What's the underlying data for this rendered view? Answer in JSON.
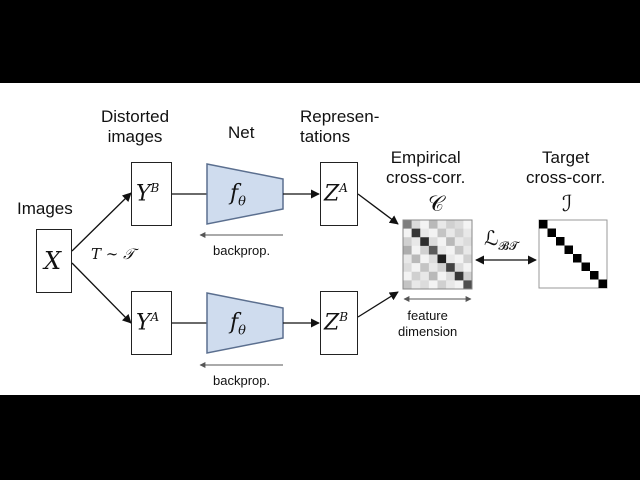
{
  "labels": {
    "images": "Images",
    "distorted_line1": "Distorted",
    "distorted_line2": "images",
    "net": "Net",
    "repr_line1": "Represen-",
    "repr_line2": "tations",
    "empirical_line1": "Empirical",
    "empirical_line2": "cross-corr.",
    "target_line1": "Target",
    "target_line2": "cross-corr.",
    "backprop_top": "backprop.",
    "backprop_bottom": "backprop.",
    "feature_line1": "feature",
    "feature_line2": "dimension"
  },
  "math": {
    "x": "X",
    "yb": "Y",
    "yb_sup": "B",
    "ya": "Y",
    "ya_sup": "A",
    "za": "Z",
    "za_sup": "A",
    "zb": "Z",
    "zb_sup": "B",
    "f_top": "f",
    "f_top_sub": "θ",
    "f_bottom": "f",
    "f_bottom_sub": "θ",
    "transform": "T ∼ 𝒯",
    "c_matrix": "𝒞",
    "i_matrix": "ℐ",
    "loss": "ℒ",
    "loss_sub": "𝓑𝓣"
  },
  "colors": {
    "encoder_fill": "#cfdcee",
    "encoder_stroke": "#5b6f8f",
    "line": "#111111",
    "backprop_arrow": "#555555",
    "letterbox": "#000000"
  },
  "cross_corr_matrix": [
    [
      0.55,
      0.15,
      0.05,
      0.3,
      0.1,
      0.2,
      0.15,
      0.05
    ],
    [
      0.05,
      0.85,
      0.1,
      0.05,
      0.25,
      0.1,
      0.2,
      0.1
    ],
    [
      0.2,
      0.1,
      0.9,
      0.15,
      0.05,
      0.3,
      0.1,
      0.15
    ],
    [
      0.35,
      0.05,
      0.2,
      0.7,
      0.1,
      0.05,
      0.25,
      0.1
    ],
    [
      0.1,
      0.3,
      0.05,
      0.15,
      0.95,
      0.1,
      0.05,
      0.2
    ],
    [
      0.15,
      0.05,
      0.25,
      0.1,
      0.2,
      0.8,
      0.15,
      0.05
    ],
    [
      0.05,
      0.2,
      0.1,
      0.3,
      0.05,
      0.15,
      0.85,
      0.2
    ],
    [
      0.25,
      0.1,
      0.15,
      0.05,
      0.2,
      0.1,
      0.05,
      0.75
    ]
  ],
  "identity_size": 8
}
